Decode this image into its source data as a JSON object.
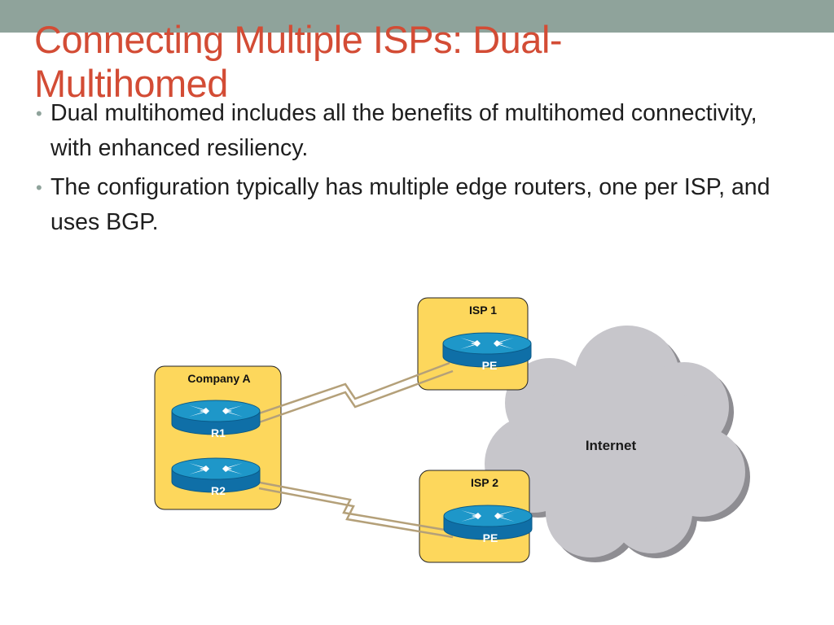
{
  "slide": {
    "title_line1": "Connecting Multiple ISPs: Dual-",
    "title_line2": "Multihomed",
    "bullets": [
      "Dual multihomed includes all the benefits of multihomed connectivity, with enhanced resiliency.",
      "The configuration typically has multiple edge routers, one per ISP, and uses BGP."
    ]
  },
  "diagram": {
    "company": {
      "label": "Company A",
      "routers": [
        "R1",
        "R2"
      ]
    },
    "isp1": {
      "label": "ISP 1",
      "router": "PE"
    },
    "isp2": {
      "label": "ISP 2",
      "router": "PE"
    },
    "cloud": {
      "label": "Internet"
    }
  },
  "colors": {
    "title": "#d34c35",
    "top_bar": "#8fa39b",
    "box_fill": "#fdd75c",
    "router_top": "#1e97c9",
    "router_body": "#0f6fa7",
    "cloud": "#c7c6cb",
    "link": "#b4a079"
  }
}
